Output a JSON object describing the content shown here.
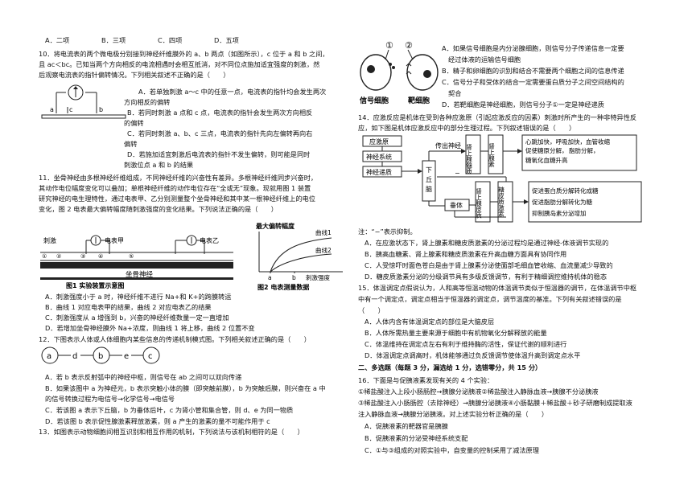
{
  "left": {
    "q9_opts": [
      "A．二项",
      "B．三项",
      "C．四项",
      "D．五项"
    ],
    "q10": [
      "10．将电流表的两个微电极分别接到神经纤维膜外的 a、b 两点（如图所示），c 位于 a 和 b 之间，",
      "且 ac＜bc。已知当两个方向相反的电流相遇时会相互抵消，对不同位点施加适宜强度的刺激，然",
      "后观察电流表的指针偏转情况。下列相关叙述不正确的是（　　）"
    ],
    "q10_fig": {
      "a": "a",
      "c": "c",
      "b": "b"
    },
    "q10_opts": [
      "A．若单独刺激 a～c 中的任意一点，电流表的指针均会发生两次",
      "方向相反的偏转",
      "B．若同时刺激 a 点和 c 点，电流表的指针会发生两次方向相反",
      "的偏转",
      "C．若同时刺激 a、b、c 三点，电流表的指针先向左偏转再向右",
      "偏转",
      "D．若施加适宜刺激后电流表的指针不发生偏转，则可能是同时",
      "刺激位点 a 和 b 的结果"
    ],
    "q11": [
      "11．坐骨神经由多根神经纤维组成，不同神经纤维的兴奋性有差异。多根神经纤维同步兴奋时，",
      "其动作电位幅度变化可以叠加；单根神经纤维的动作电位存在“全或无”现象。现就用图 1 装置",
      "研究神经的电生理特性，通过电表甲、乙分别测量整个坐骨神经和其中某一根神经纤维上的电位",
      "变化，图 2 电表最大偏转幅度随刺激强度的变化结果。下列说法正确的是（　　）"
    ],
    "fig1": {
      "stim": "刺激",
      "meter1": "电表甲",
      "meter2": "电表乙",
      "nums": [
        "①",
        "②",
        "③",
        "④",
        "⑤"
      ],
      "nerve": "坐骨神经",
      "caption": "图1  实验装置示意图"
    },
    "fig2": {
      "ytitle": "最大偏转幅度",
      "curve1": "曲线1",
      "curve2": "曲线2",
      "xa": "a",
      "xb": "b",
      "xlabel": "刺激强度",
      "caption": "图2  电表测量数据"
    },
    "q11_opts": [
      "A．刺激强度小于 a 时，神经纤维不进行 Na+和 K+的跨膜转运",
      "B．曲线 1 对应电表甲的结果，曲线 2 对应电表乙的结果",
      "C．刺激强度从 a 增强到 b，兴奋的神经纤维数量一定一直增加",
      "D．若增加坐骨神经膜外 Na+浓度，则曲线 1 将上移，曲线 2 位置不变"
    ],
    "q12": "12．下图表示人体或人体细胞内某些信息的传递机制模式图。下列相关叙述正确的是（　　）",
    "q12_fig": [
      "a",
      "d",
      "b",
      "e",
      "c"
    ],
    "q12_opts": [
      "A．若 b 表示反射弧中的神经中枢，则信号在 ab 之间可以双向传递",
      "B．如果该图中 a 为神经元，b 表示突触小体的膜（即突触前膜），b 为突触后膜，则兴奋在 a 中",
      "的信号转换过程为电信号→化学信号→电信号",
      "C．若该图 a 表示下丘脑，b 为垂体后叶，c 为肾小管和集合管，则 d、e 为同一物质",
      "D．若该图 b 表示促性腺激素释放激素，则 a 产生的激素的量不可能作用于 c"
    ],
    "q13": "13．如图表示动物细胞间相互识别和相互作用的机制，下列说法与该机制相符的是（　　）"
  },
  "right": {
    "q13_fig": {
      "n1": "①",
      "n2": "②",
      "cell1": "信号细胞",
      "cell2": "靶细胞"
    },
    "q13_opts": [
      "A．如果信号细胞是内分泌腺细胞，则信号分子传递信息一定要",
      "经过体液的运输信号细胞",
      "B．精子和卵细胞的识别和结合不需要两个细胞之间的信息传递",
      "C．信号分子和受体的结合一定需要蛋白质分子之间空间结构的",
      "契合",
      "D．若靶细胞是神经细胞，则信号分子①一定是神经递质"
    ],
    "q14": [
      "14．应激反应是机体在受到各种应激原（引起应激反应的因素）刺激时所产生的一种非特异性反",
      "应，如下图是机体应激反应中的部分生理过程。下列叙述错误的是（　　）"
    ],
    "q14_fig": {
      "stressor": "应激原",
      "neural": "神经系统",
      "transmitter": "神经递质",
      "efferent": "传出神经",
      "hypo1": "下",
      "hypo2": "丘",
      "hypo3": "脑",
      "adrenal_medulla": "肾上腺髓质",
      "adrenal_hormone": "肾上腺素",
      "effects1": "心跳加快，呼吸加快，血管收缩",
      "effects2": "促使糖原分解，",
      "effects3": "脂肪分解，",
      "effects4": "糖氧化血糖升高",
      "pituitary": "垂体",
      "adrenal_cortex": "肾上腺皮质",
      "gluco": "糖皮质激素",
      "effects5": "促进蛋白质分解转化成糖",
      "effects6": "促进脂肪分解转化为糖",
      "effects7": "抑制胰岛素分泌增加"
    },
    "q14_note": "注：“−”表示抑制。",
    "q14_opts": [
      "A．在应激状态下，肾上腺素和糖皮质激素的分泌过程均是通过神经-体液调节实现的",
      "B．胰高血糖素、肾上腺素和糖皮质激素在升高血糖方面具有协同作用",
      "C．人受惊吓时面色苍白是由于肾上腺素分泌使面部毛细血管收缩、血流量减少导致的",
      "D．糖皮质激素分泌的分级调节具有多级反馈调节，有利于精细调控维持机体的稳态"
    ],
    "q15": [
      "15．体温调定点假说认为，人和高等恒温动物的体温调节类似于恒温器的调节，在体温调节中枢",
      "中有一个调定点，调定点相当于恒温器的调定点，调节温度的基准。下列有关叙述错误的是",
      "（　　）"
    ],
    "q15_opts": [
      "A．人体内含有体温调定点的部位是大脑皮层",
      "B．人体所需热量主要来源于细胞中有机物氧化分解释放的能量",
      "C．体温维持在调定点左右有利于维持酶的活性，保证代谢的顺利进行",
      "D．体温调定点调高时，机体能够通过负反馈调节使体温升高到调定点水平"
    ],
    "sec2": "二、多选题（每题 3 分，漏选给 1 分，选错零分，共 15 分）",
    "q16": [
      "16．下面是与促胰液素发现有关的 4 个实验：",
      "①稀盐酸注入上段小肠肠腔→胰腺分泌胰液②稀盐酸注入静脉血液→胰腺不分泌胰液",
      "③稀盐酸注入小肠肠腔（去除神经）→胰腺分泌胰液④小肠黏膜＋稀盐酸＋砂子研磨制成提取液",
      "注入静脉血液→胰腺分泌胰液。对上述实验分析正确的是（　　）"
    ],
    "q16_opts": [
      "A．促胰液素的靶器官是胰腺",
      "B．促胰液素的分泌受神经系统支配",
      "C．①与③组成的对照实验中，自变量的控制采用了减法原理"
    ]
  }
}
